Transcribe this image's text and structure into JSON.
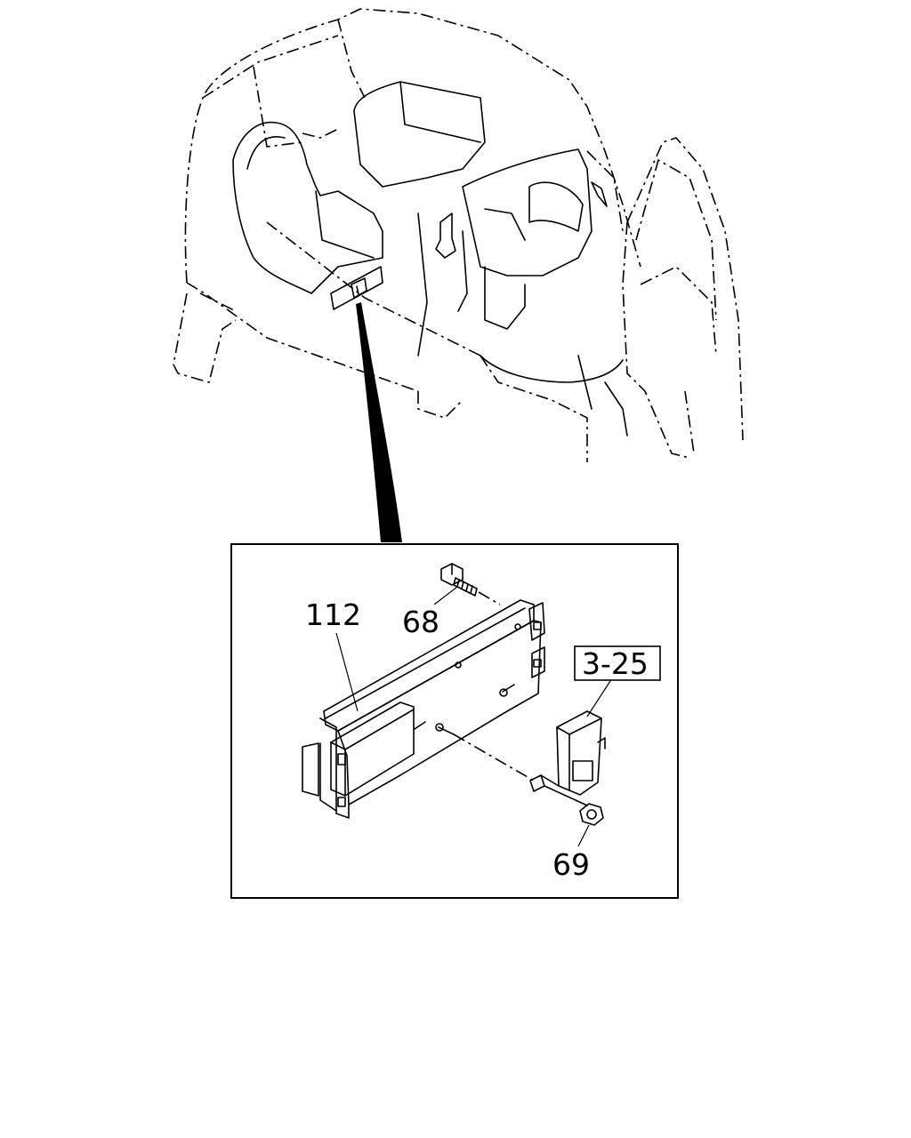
{
  "callouts": {
    "module": "112",
    "bolt": "68",
    "nut": "69",
    "reference": "3-25"
  },
  "colors": {
    "line": "#000000",
    "background": "#ffffff"
  }
}
